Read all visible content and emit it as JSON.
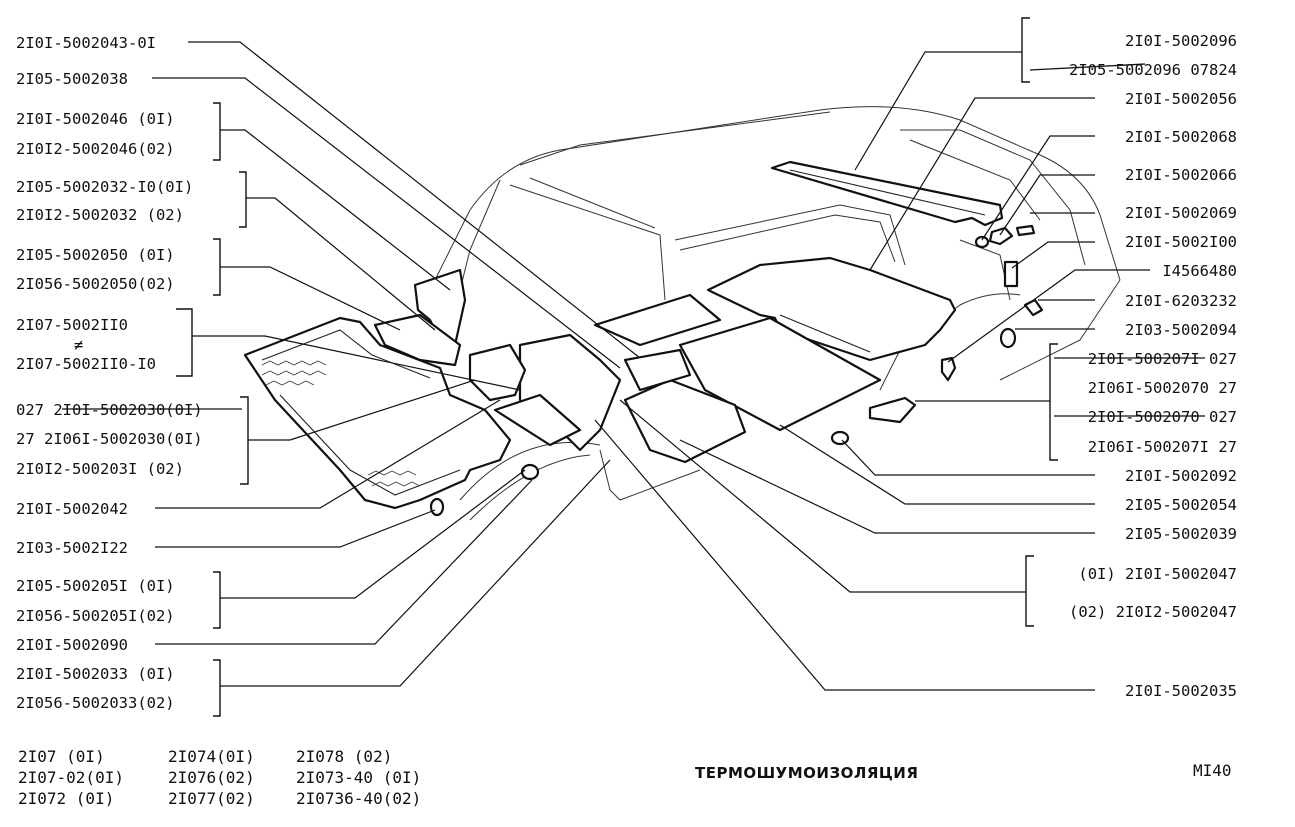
{
  "title": "ТЕРМОШУМОИЗОЛЯЦИЯ",
  "page_code": "МI40",
  "left_labels": [
    "2I0I-5002043-0I",
    "2I05-5002038",
    "2I0I-5002046 (0I)",
    "2I0I2-5002046(02)",
    "2I05-5002032-I0(0I)",
    "2I0I2-5002032  (02)",
    "2I05-5002050 (0I)",
    "2I056-5002050(02)",
    "2I07-5002II0",
    "≠",
    "2I07-5002II0-I0",
    "027 2I0I-5002030(0I)",
    "27 2I06I-5002030(0I)",
    "2I0I2-500203I (02)",
    "2I0I-5002042",
    "2I03-5002I22",
    "2I05-500205I (0I)",
    "2I056-500205I(02)",
    "2I0I-5002090",
    "2I0I-5002033 (0I)",
    "2I056-5002033(02)"
  ],
  "right_labels": [
    "2I0I-5002096",
    "2I05-5002096 07824",
    "2I0I-5002056",
    "2I0I-5002068",
    "2I0I-5002066",
    "2I0I-5002069",
    "2I0I-5002I00",
    "I4566480",
    "2I0I-6203232",
    "2I03-5002094",
    "2I0I-500207I 027",
    "2I06I-5002070 27",
    "2I0I-5002070 027",
    "2I06I-500207I 27",
    "2I0I-5002092",
    "2I05-5002054",
    "2I05-5002039",
    "(0I)  2I0I-5002047",
    "(02) 2I0I2-5002047",
    "2I0I-5002035"
  ],
  "footer": {
    "col1": [
      "2I07    (0I)",
      "2I07-02(0I)",
      "2I072   (0I)"
    ],
    "col2": [
      "2I074(0I)",
      "2I076(02)",
      "2I077(02)"
    ],
    "col3": [
      "2I078     (02)",
      "2I073-40 (0I)",
      "2I0736-40(02)"
    ]
  }
}
